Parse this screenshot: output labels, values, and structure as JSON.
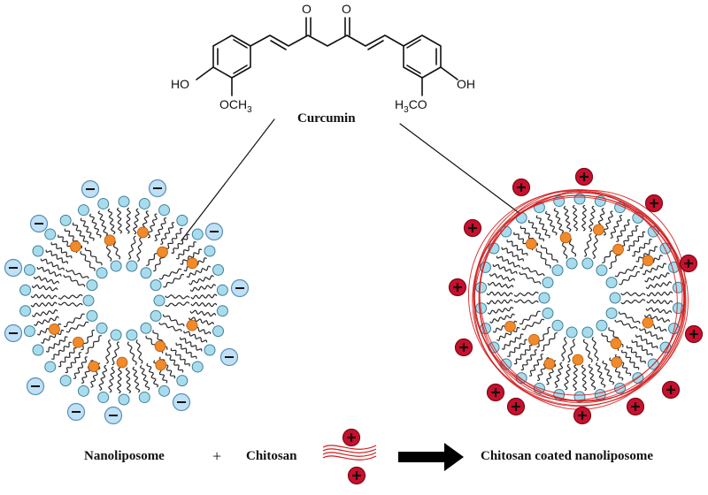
{
  "molecule": {
    "name": "Curcumin",
    "groups": {
      "ketone_left": "O",
      "ketone_right": "O",
      "hydroxyl_left": "HO",
      "methoxy_left": "OCH3",
      "hydroxyl_right": "OH",
      "methoxy_right": "H3CO"
    }
  },
  "bottom_row": {
    "nanoliposome": "Nanoliposome",
    "plus": "+",
    "chitosan": "Chitosan",
    "product": "Chitosan coated nanoliposome"
  },
  "charges": {
    "negative": "−",
    "positive": "+"
  },
  "colors": {
    "headgroup": "#a8dcec",
    "headgroup_stroke": "#3f7f9a",
    "curcumin_dot": "#f08a2a",
    "negative_charge": "#bfe0f5",
    "positive_charge": "#c8102e",
    "chitosan_coating": "#d11a1a",
    "tail": "#2a2a2a"
  }
}
